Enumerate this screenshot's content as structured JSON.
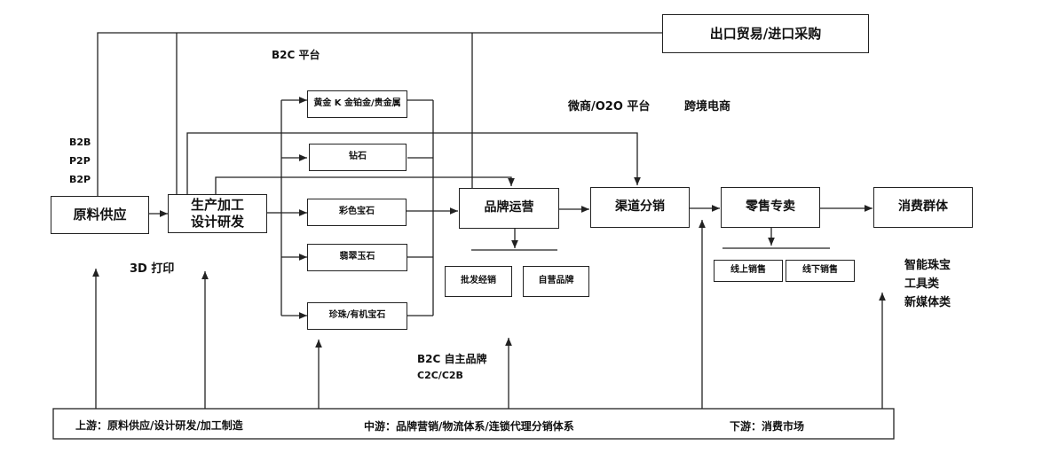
{
  "boxes": {
    "export_import": "出口贸易/进口采购",
    "raw": "原料供应",
    "production": "生产加工\n设计研发",
    "gold": "黄金 K 金铂金/贵金属",
    "diamond": "钻石",
    "color_gem": "彩色宝石",
    "jade": "翡翠玉石",
    "pearl": "珍珠/有机宝石",
    "brand": "品牌运营",
    "channel": "渠道分销",
    "retail": "零售专卖",
    "consumer": "消费群体",
    "wholesale": "批发经销",
    "own_brand": "自营品牌",
    "online": "线上销售",
    "offline": "线下销售"
  },
  "labels": {
    "b2c_platform": "B2C 平台",
    "b2b_list": "B2B\nP2P\nB2P",
    "wechat_o2o": "微商/O2O 平台",
    "cross_border": "跨境电商",
    "print3d": "3D 打印",
    "b2c_own": "B2C 自主品牌",
    "c2c": "C2C/C2B",
    "smart": "智能珠宝\n工具类\n新媒体类"
  },
  "bottom": {
    "upstream": "上游：原料供应/设计研发/加工制造",
    "midstream": "中游：品牌营销/物流体系/连锁代理分销体系",
    "downstream": "下游：消费市场"
  }
}
